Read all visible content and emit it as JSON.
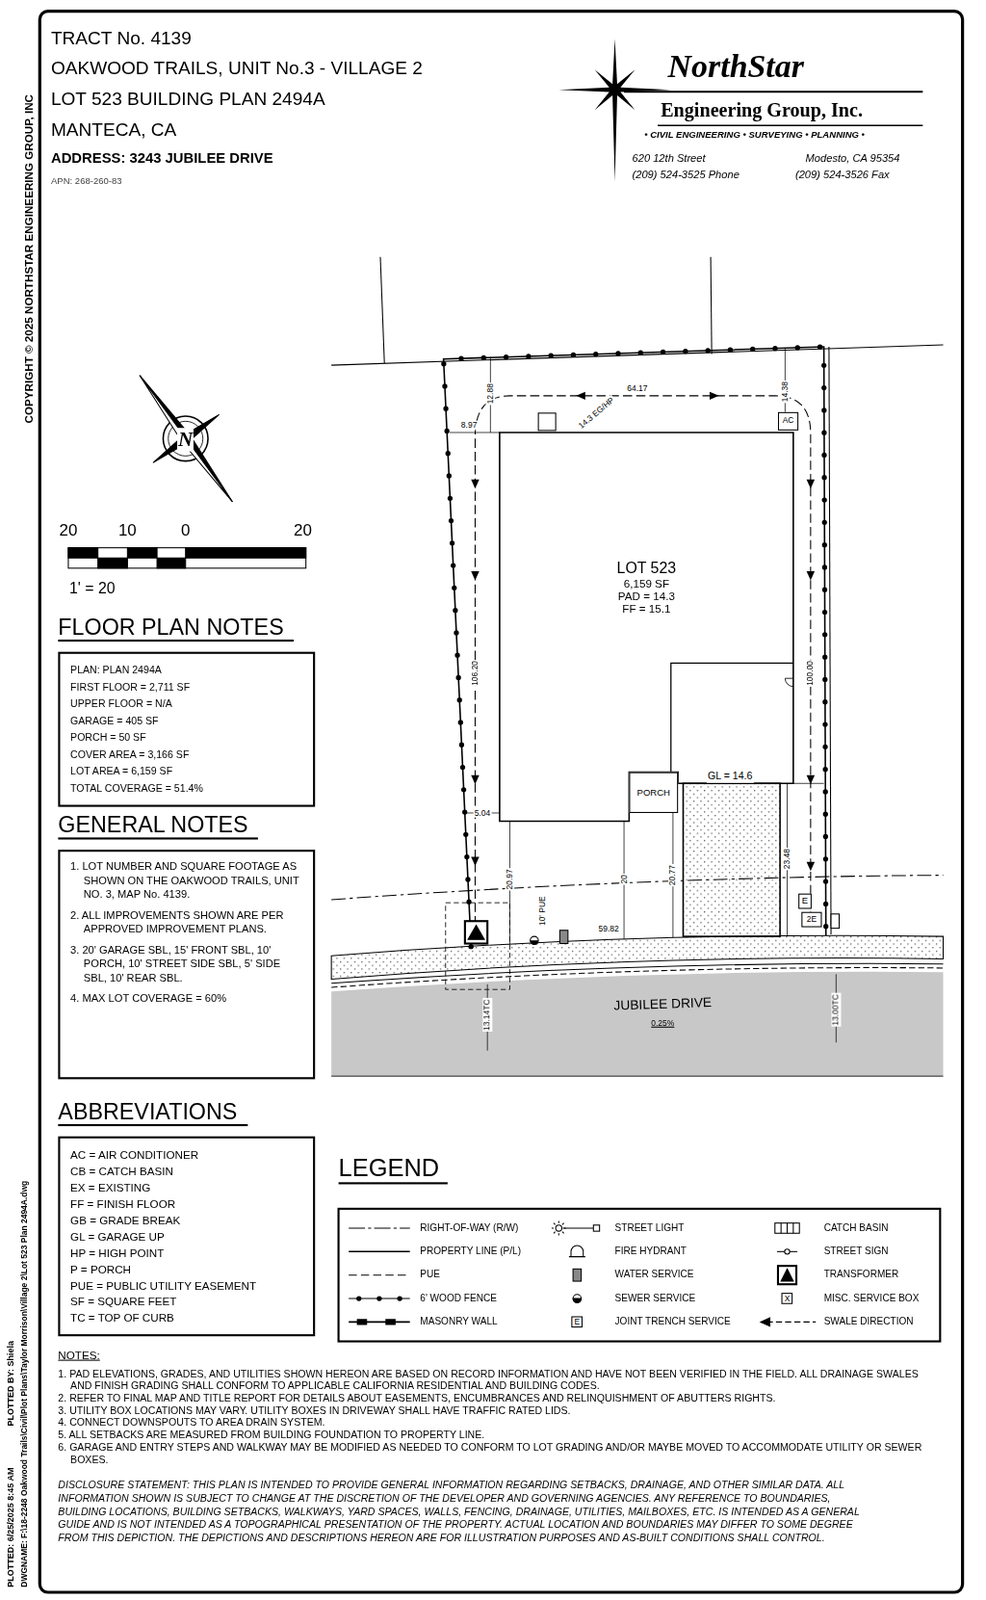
{
  "diagram": {
    "title": "TRACT No. 4139",
    "nodes": [
      {
        "text": [
          "AC"
        ]
      },
      {
        "text": [
          "LOT 523",
          "6,159 SF",
          "PAD = 14.3",
          "FF = 15.1"
        ]
      },
      {
        "text": [
          "PORCH"
        ]
      },
      {
        "text": [
          "E"
        ]
      },
      {
        "text": [
          "2E"
        ]
      },
      {
        "text": [
          "FLOOR PLAN NOTES",
          "PLAN: PLAN 2494A",
          "FIRST FLOOR = 2,711 SF",
          "UPPER FLOOR = N/A",
          "GARAGE = 405 SF",
          "PORCH = 50 SF",
          "COVER AREA = 3,166 SF",
          "LOT AREA = 6,159 SF",
          "TOTAL COVERAGE = 51.4%"
        ]
      },
      {
        "text": [
          "GENERAL NOTES",
          "1. LOT NUMBER AND SQUARE FOOTAGE AS SHOWN ON THE OAKWOOD TRAILS, UNIT NO. 3, MAP No. 4139.",
          "2. ALL IMPROVEMENTS SHOWN ARE PER APPROVED IMPROVEMENT PLANS.",
          "3. 20' GARAGE SBL, 15' FRONT SBL, 10' PORCH, 10' STREET SIDE SBL, 5' SIDE SBL, 10' REAR SBL.",
          "4. MAX LOT COVERAGE = 60%"
        ]
      },
      {
        "text": [
          "ABBREVIATIONS",
          "AC = AIR CONDITIONER",
          "CB = CATCH BASIN",
          "EX = EXISTING",
          "FF = FINISH FLOOR",
          "GB = GRADE BREAK",
          "GL = GARAGE UP",
          "HP = HIGH POINT",
          "P = PORCH",
          "PUE = PUBLIC UTILITY EASEMENT",
          "SF = SQUARE FEET",
          "TC = TOP OF CURB"
        ]
      }
    ],
    "labels": [
      "OAKWOOD TRAILS, UNIT No.3 - VILLAGE 2",
      "LOT 523 BUILDING PLAN 2494A",
      "MANTECA, CA",
      "ADDRESS: 3243 JUBILEE DRIVE",
      "APN: 268-260-83",
      "NorthStar",
      "Engineering Group, Inc.",
      "• CIVIL ENGINEERING • SURVEYING • PLANNING •",
      "620 12th Street",
      "Modesto, CA 95354",
      "(209) 524-3525 Phone",
      "(209) 524-3526 Fax",
      "COPYRIGHT © 2025 NORTHSTAR ENGINEERING GROUP, INC",
      "PLOTTED: 6/25/2025 8:45 AM",
      "PLOTTED BY: Shiela",
      "DWGNAME: F:\\18-2248 Oakwood Trails\\Civil\\Plot Plans\\Taylor Morrison\\Village 2\\Lot 523 Plan 2494A.dwg",
      "N",
      "20",
      "10",
      "0",
      "20",
      "1' = 20",
      "64.17",
      "12.88",
      "8.97",
      "14.3 EG/HP",
      "14.38",
      "106.20",
      "100.00",
      "5.04",
      "20.97",
      "20",
      "20.77",
      "23.48",
      "10' PUE",
      "59.82",
      "GL = 14.6",
      "JUBILEE DRIVE",
      "0.25%",
      "13.14TC",
      "13.00TC",
      "LEGEND",
      "E",
      "X",
      "NOTES:",
      "1. PAD ELEVATIONS, GRADES, AND UTILITIES SHOWN HEREON ARE BASED ON RECORD INFORMATION AND HAVE NOT BEEN VERIFIED IN THE FIELD. ALL DRAINAGE SWALES AND FINISH GRADING SHALL CONFORM TO APPLICABLE CALIFORNIA RESIDENTIAL AND BUILDING CODES.",
      "2. REFER TO FINAL MAP AND TITLE REPORT FOR DETAILS ABOUT EASEMENTS, ENCUMBRANCES AND RELINQUISHMENT OF ABUTTERS RIGHTS.",
      "3. UTILITY BOX LOCATIONS MAY VARY. UTILITY BOXES IN DRIVEWAY SHALL HAVE TRAFFIC RATED LIDS.",
      "4. CONNECT DOWNSPOUTS TO AREA DRAIN SYSTEM.",
      "5. ALL SETBACKS ARE MEASURED FROM BUILDING FOUNDATION TO PROPERTY LINE.",
      "6. GARAGE AND ENTRY STEPS AND WALKWAY MAY BE MODIFIED AS NEEDED TO CONFORM TO LOT GRADING AND/OR MAYBE MOVED TO ACCOMMODATE UTILITY OR SEWER BOXES.",
      "DISCLOSURE STATEMENT: THIS PLAN IS INTENDED TO PROVIDE GENERAL INFORMATION REGARDING SETBACKS, DRAINAGE, AND OTHER SIMILAR DATA. ALL INFORMATION SHOWN IS SUBJECT TO CHANGE AT THE DISCRETION OF THE DEVELOPER AND GOVERNING AGENCIES. ANY REFERENCE TO BOUNDARIES, BUILDING LOCATIONS, BUILDING SETBACKS, WALKWAYS, YARD SPACES, WALLS, FENCING, DRAINAGE, UTILITIES, MAILBOXES, ETC. IS INTENDED AS A GENERAL GUIDE AND IS NOT INTENDED AS A TOPOGRAPHICAL PRESENTATION OF THE PROPERTY. ACTUAL LOCATION AND BOUNDARIES MAY DIFFER TO SOME DEGREE FROM THIS DEPICTION. THE DEPICTIONS AND DESCRIPTIONS HEREON ARE FOR ILLUSTRATION PURPOSES AND AS-BUILT CONDITIONS SHALL CONTROL."
    ],
    "legend": [
      {
        "text": "RIGHT-OF-WAY (R/W)"
      },
      {
        "text": "PROPERTY LINE (P/L)"
      },
      {
        "text": "PUE"
      },
      {
        "text": "6' WOOD FENCE"
      },
      {
        "text": "MASONRY WALL"
      },
      {
        "text": "STREET LIGHT"
      },
      {
        "text": "FIRE HYDRANT"
      },
      {
        "text": "WATER SERVICE"
      },
      {
        "text": "SEWER SERVICE"
      },
      {
        "text": "JOINT TRENCH SERVICE"
      },
      {
        "text": "CATCH BASIN"
      },
      {
        "text": "STREET SIGN"
      },
      {
        "text": "TRANSFORMER"
      },
      {
        "text": "MISC. SERVICE BOX"
      },
      {
        "text": "SWALE DIRECTION"
      }
    ]
  }
}
